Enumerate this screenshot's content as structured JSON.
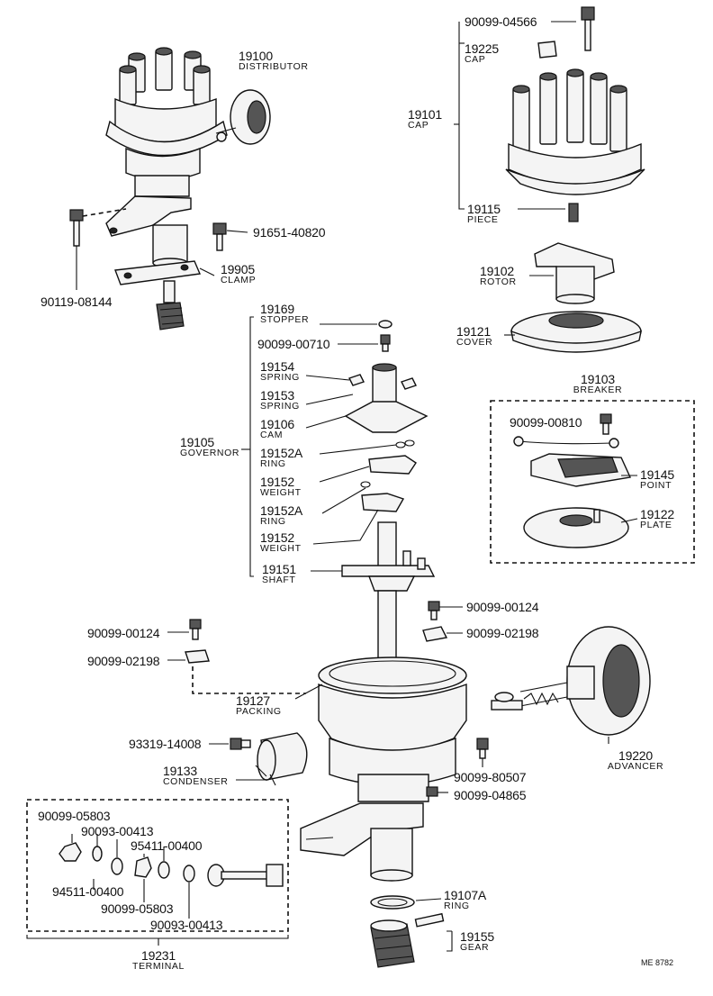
{
  "diagram_code": "ME 8782",
  "parts": {
    "distributor": {
      "number": "19100",
      "name": "DISTRIBUTOR"
    },
    "bolt_clamp_left": {
      "number": "90119-08144"
    },
    "bolt_clamp_right": {
      "number": "91651-40820"
    },
    "clamp": {
      "number": "19905",
      "name": "CLAMP"
    },
    "cap_screw": {
      "number": "90099-04566"
    },
    "cap_inner": {
      "number": "19225",
      "name": "CAP"
    },
    "cap": {
      "number": "19101",
      "name": "CAP"
    },
    "piece": {
      "number": "19115",
      "name": "PIECE"
    },
    "rotor": {
      "number": "19102",
      "name": "ROTOR"
    },
    "cover": {
      "number": "19121",
      "name": "COVER"
    },
    "stopper": {
      "number": "19169",
      "name": "STOPPER"
    },
    "stopper_screw": {
      "number": "90099-00710"
    },
    "spring_a": {
      "number": "19154",
      "name": "SPRING"
    },
    "spring_b": {
      "number": "19153",
      "name": "SPRING"
    },
    "cam": {
      "number": "19106",
      "name": "CAM"
    },
    "governor": {
      "number": "19105",
      "name": "GOVERNOR"
    },
    "ring_a": {
      "number": "19152A",
      "name": "RING"
    },
    "weight_a": {
      "number": "19152",
      "name": "WEIGHT"
    },
    "ring_b": {
      "number": "19152A",
      "name": "RING"
    },
    "weight_b": {
      "number": "19152",
      "name": "WEIGHT"
    },
    "shaft": {
      "number": "19151",
      "name": "SHAFT"
    },
    "breaker": {
      "number": "19103",
      "name": "BREAKER"
    },
    "breaker_screw": {
      "number": "90099-00810"
    },
    "point": {
      "number": "19145",
      "name": "POINT"
    },
    "plate": {
      "number": "19122",
      "name": "PLATE"
    },
    "screw_right": {
      "number": "90099-00124"
    },
    "clip_right": {
      "number": "90099-02198"
    },
    "screw_left": {
      "number": "90099-00124"
    },
    "clip_left": {
      "number": "90099-02198"
    },
    "packing": {
      "number": "19127",
      "name": "PACKING"
    },
    "condenser_bolt": {
      "number": "93319-14008"
    },
    "condenser": {
      "number": "19133",
      "name": "CONDENSER"
    },
    "advancer_bolt": {
      "number": "90099-80507"
    },
    "bolt_housing": {
      "number": "90099-04865"
    },
    "advancer": {
      "number": "19220",
      "name": "ADVANCER"
    },
    "nut_a": {
      "number": "90099-05803"
    },
    "washer_a": {
      "number": "90093-00413"
    },
    "insulator_a": {
      "number": "95411-00400"
    },
    "insulator_b": {
      "number": "94511-00400"
    },
    "nut_b": {
      "number": "90099-05803"
    },
    "washer_b": {
      "number": "90093-00413"
    },
    "terminal": {
      "number": "19231",
      "name": "TERMINAL"
    },
    "ring_gear": {
      "number": "19107A",
      "name": "RING"
    },
    "gear": {
      "number": "19155",
      "name": "GEAR"
    }
  }
}
